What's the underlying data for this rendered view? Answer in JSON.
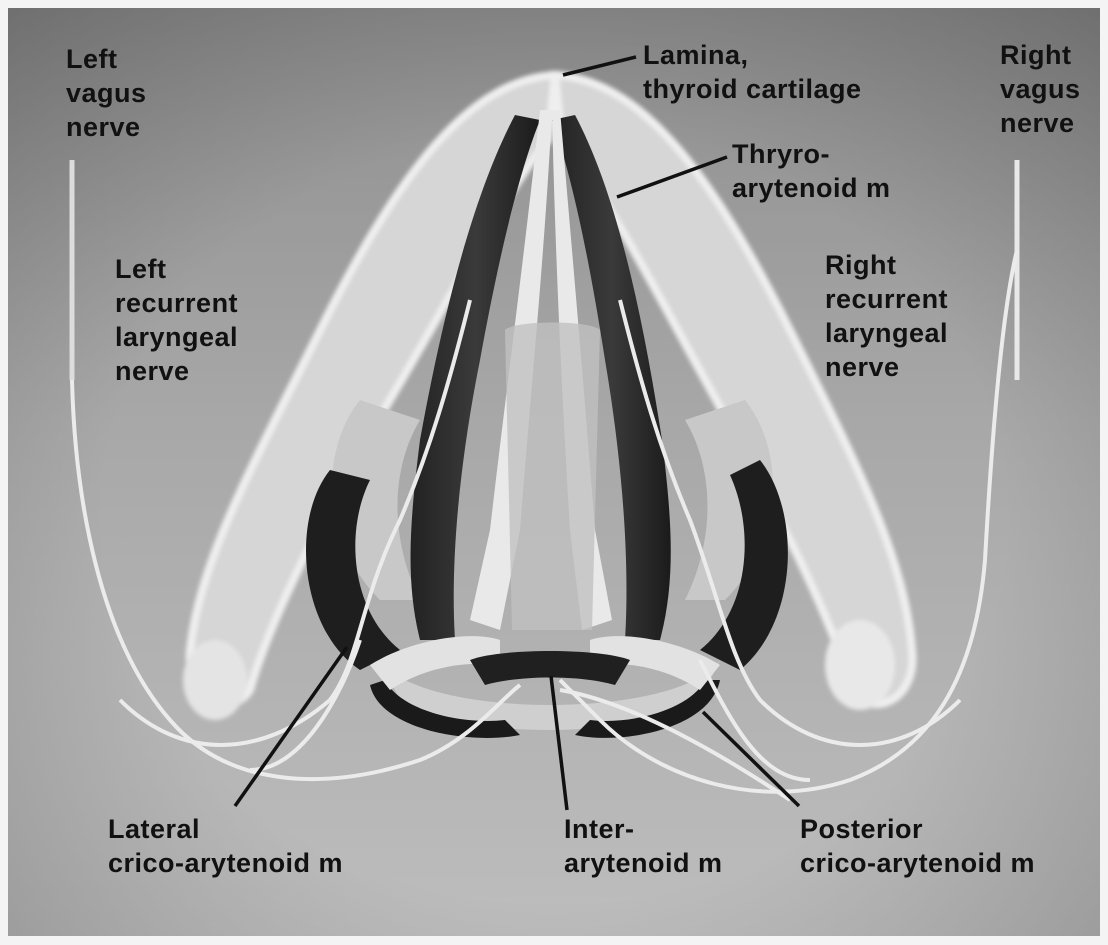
{
  "labels": {
    "left_vagus": [
      "Left",
      "vagus",
      "nerve"
    ],
    "right_vagus": [
      "Right",
      "vagus",
      "nerve"
    ],
    "lamina": [
      "Lamina,",
      "thyroid cartilage"
    ],
    "thyroarytenoid": [
      "Thryro-",
      "arytenoid m"
    ],
    "left_recurrent": [
      "Left",
      "recurrent",
      "laryngeal",
      "nerve"
    ],
    "right_recurrent": [
      "Right",
      "recurrent",
      "laryngeal",
      "nerve"
    ],
    "lateral_crico": [
      "Lateral",
      "crico-arytenoid m"
    ],
    "interarytenoid": [
      "Inter-",
      "arytenoid m"
    ],
    "posterior_crico": [
      "Posterior",
      "crico-arytenoid m"
    ]
  }
}
